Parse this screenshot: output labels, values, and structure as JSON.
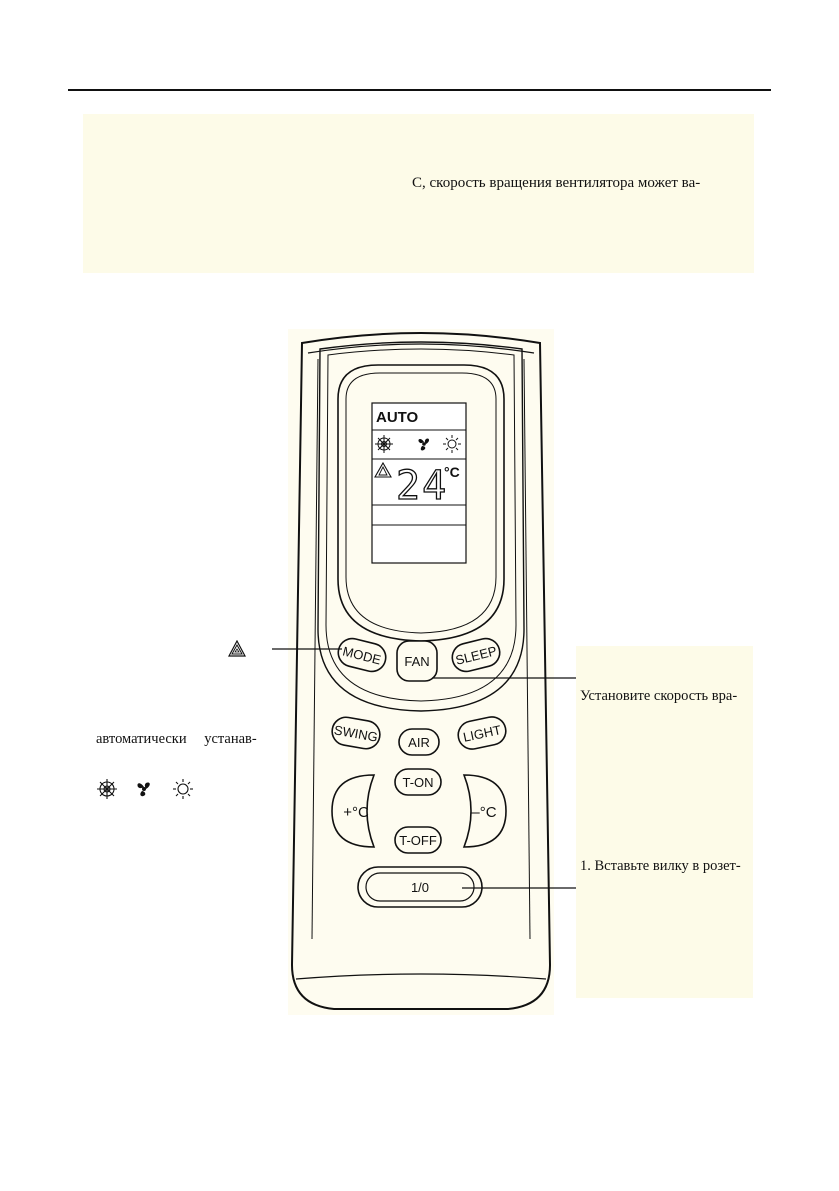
{
  "note": {
    "text": "С, скорость вращения вентилятора может ва-"
  },
  "left_texts": {
    "auto_line": "автоматически устанав-"
  },
  "right_texts": {
    "fan_line": "Установите скорость вра-",
    "power_line": "1. Вставьте вилку в розет-"
  },
  "remote": {
    "display": {
      "mode": "AUTO",
      "temperature": "24",
      "unit": "°C"
    },
    "buttons": {
      "mode": "MODE",
      "fan": "FAN",
      "sleep": "SLEEP",
      "swing": "SWING",
      "air": "AIR",
      "light": "LIGHT",
      "t_on": "T-ON",
      "t_off": "T-OFF",
      "temp_up": "+°C",
      "temp_down": "–°C",
      "power": "1/0"
    }
  }
}
